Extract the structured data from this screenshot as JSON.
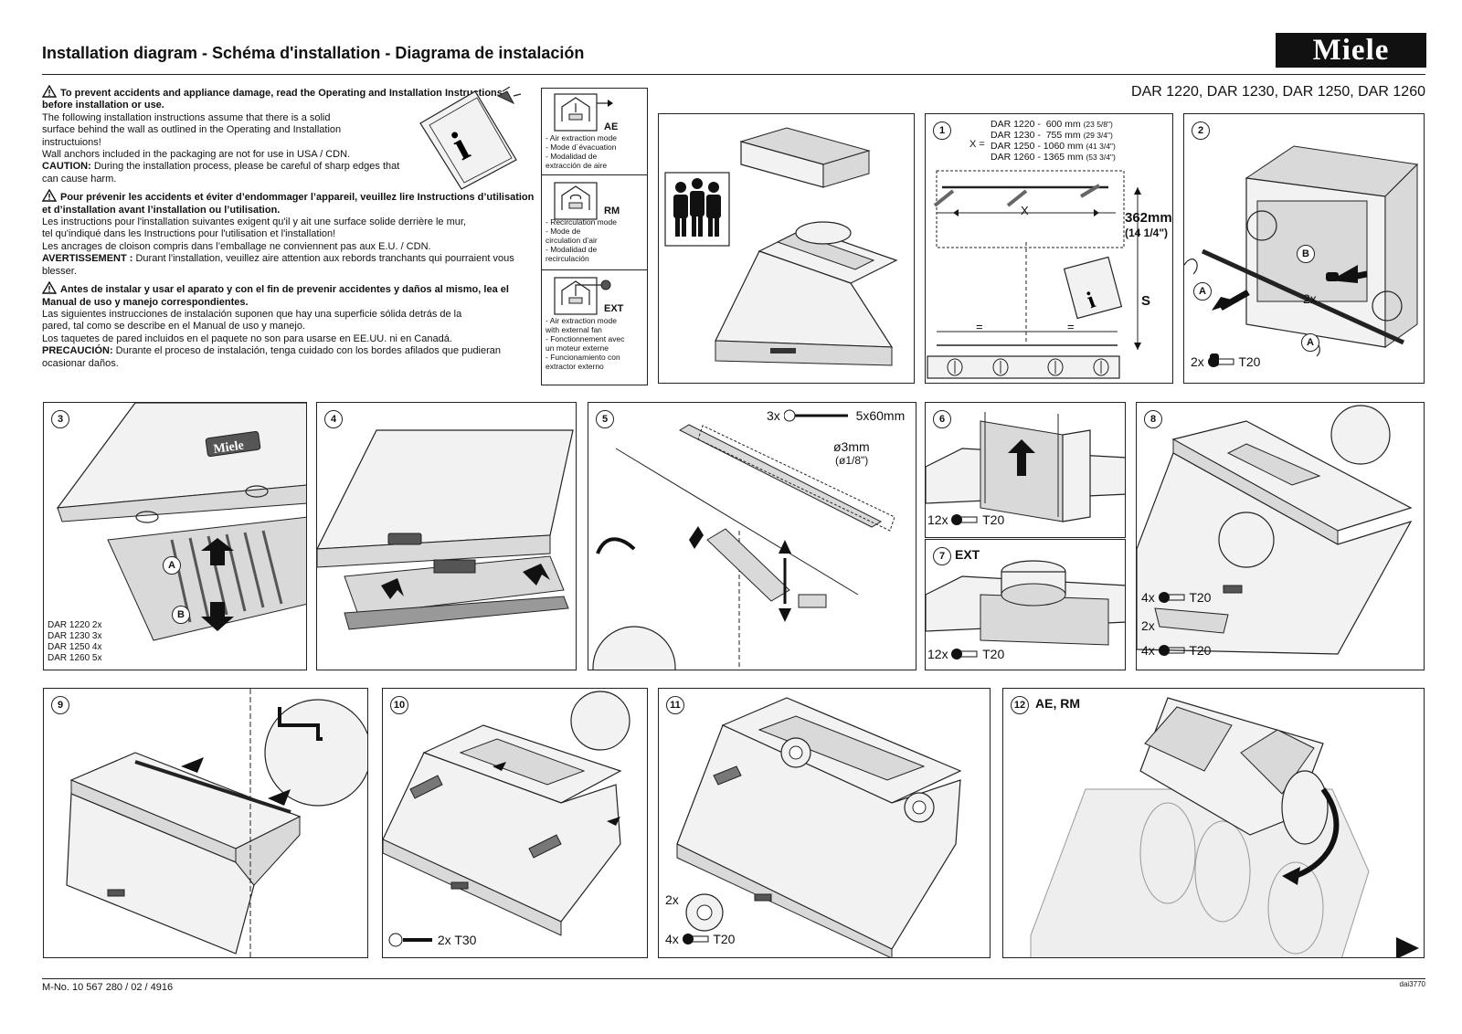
{
  "header": {
    "title": "Installation diagram  -  Schéma d'installation  -  Diagrama de instalación",
    "logo": "Miele",
    "models": "DAR 1220, DAR 1230, DAR 1250, DAR 1260"
  },
  "safety": {
    "en": {
      "lead": "To prevent accidents and appliance damage, read the Operating and Installation Instructions before installation or use.",
      "body1": "The following installation instructions assume that there is a solid surface behind the wall as outlined in the Operating and Installation instructuions!",
      "body2": "Wall anchors included in the packaging are not for use in USA / CDN.",
      "caution_label": "CAUTION:",
      "caution": " During the installation process, please be careful of sharp edges that can cause harm."
    },
    "fr": {
      "lead": "Pour prévenir les accidents et éviter d’endommager l’appareil, veuillez lire Instructions d’utilisation et d’installation avant l’installation ou l’utilisation.",
      "body1": "Les instructions pour l'installation suivantes exigent qu'il y ait une surface solide derrière le mur, tel qu'indiqué dans les Instructions pour l'utilisation et l'installation!",
      "body2": "Les ancrages de cloison compris dans l’emballage ne conviennent pas aux E.U. / CDN.",
      "caution_label": "AVERTISSEMENT :",
      "caution": " Durant l'installation, veuillez aire attention aux rebords tranchants qui pourraient vous blesser."
    },
    "es": {
      "lead": "Antes de instalar y usar el aparato y con el fin de prevenir accidentes y daños al mismo, lea el Manual de uso y manejo correspondientes.",
      "body1": "Las siguientes instrucciones de instalación suponen que hay una superficie sólida detrás de la pared, tal como se describe en el Manual de uso y manejo.",
      "body2": "Los taquetes de pared incluidos en el paquete no son para usarse en EE.UU. ni en Canadá.",
      "caution_label": "PRECAUCIÓN:",
      "caution": " Durante el proceso de instalación, tenga cuidado con los bordes afilados que pudieran ocasionar daños."
    }
  },
  "modes": [
    {
      "code": "AE",
      "desc": [
        "- Air extraction mode",
        "- Mode d´évacuation",
        "- Modalidad de",
        "  extracción de aire"
      ]
    },
    {
      "code": "RM",
      "desc": [
        "- Recirculation mode",
        "- Mode de",
        "  circulation d’air",
        "- Modalidad de",
        "  recirculación"
      ]
    },
    {
      "code": "EXT",
      "desc": [
        "- Air extraction mode",
        "  with external fan",
        "- Fonctionnement avec",
        "  un moteur externe",
        "- Funcionamiento con",
        "  extractor externo"
      ]
    }
  ],
  "step1": {
    "num": "1",
    "x_label": "X =",
    "dims": [
      {
        "model": "DAR 1220 -",
        "mm": "600 mm",
        "in": "(23 5/8\")"
      },
      {
        "model": "DAR 1230 -",
        "mm": "755 mm",
        "in": "(29 3/4\")"
      },
      {
        "model": "DAR 1250 - 1060 mm",
        "mm": "",
        "in": "(41 3/4\")"
      },
      {
        "model": "DAR 1260 - 1365 mm",
        "mm": "",
        "in": "(53 3/4\")"
      }
    ],
    "x": "X",
    "height": "362mm",
    "height_in": "(14 1/4\")",
    "s": "S",
    "eq": "="
  },
  "step2": {
    "num": "2",
    "a": "A",
    "b": "B",
    "count": "2x",
    "screw": "2x",
    "screw_type": "T20"
  },
  "step3": {
    "num": "3",
    "a": "A",
    "b": "B",
    "counts": [
      "DAR 1220 2x",
      "DAR 1230 3x",
      "DAR 1250 4x",
      "DAR 1260 5x"
    ]
  },
  "step4": {
    "num": "4"
  },
  "step5": {
    "num": "5",
    "screws": "3x",
    "screw_size": "5x60mm",
    "drill": "ø3mm",
    "drill_in": "(ø1/8\")"
  },
  "step6": {
    "num": "6",
    "screws": "12x",
    "screw_type": "T20"
  },
  "step7": {
    "num": "7",
    "mode": "EXT",
    "screws": "12x",
    "screw_type": "T20"
  },
  "step8": {
    "num": "8",
    "screws_a": "4x",
    "type_a": "T20",
    "plates": "2x",
    "screws_b": "4x",
    "type_b": "T20"
  },
  "step9": {
    "num": "9"
  },
  "step10": {
    "num": "10",
    "screws": "2x T30"
  },
  "step11": {
    "num": "11",
    "rings": "2x",
    "screws": "4x",
    "screw_type": "T20"
  },
  "step12": {
    "num": "12",
    "mode": "AE, RM"
  },
  "footer": {
    "doc": "M-No. 10 567 280 / 02 / 4916",
    "code": "dai3770"
  }
}
